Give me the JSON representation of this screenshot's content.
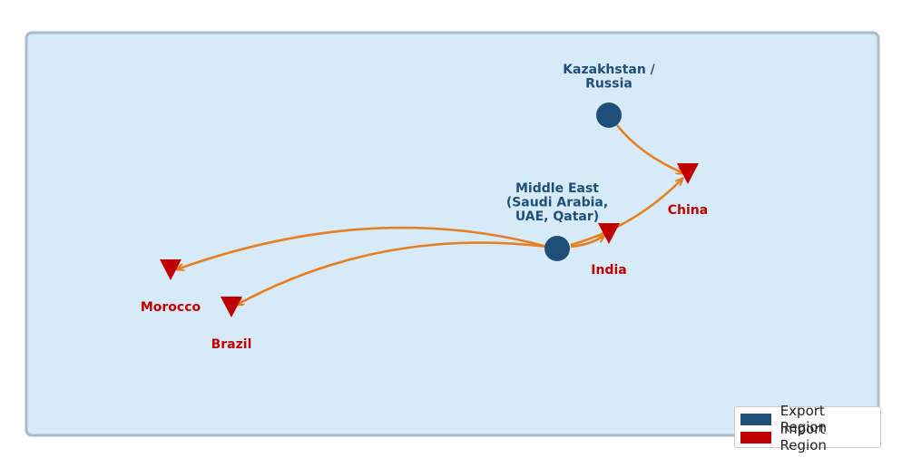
{
  "colors": {
    "export": "#1f4e79",
    "import": "#c00000",
    "flow": "#e67e22",
    "background": "#d6eaf8",
    "border": "#a9bccc"
  },
  "regions": [
    {
      "id": "kazakhstan-russia",
      "kind": "export",
      "lines": [
        "Kazakhstan /",
        "Russia"
      ]
    },
    {
      "id": "middle-east",
      "kind": "export",
      "lines": [
        "Middle East",
        "(Saudi Arabia,",
        "UAE, Qatar)"
      ]
    },
    {
      "id": "china",
      "kind": "import",
      "lines": [
        "China"
      ]
    },
    {
      "id": "india",
      "kind": "import",
      "lines": [
        "India"
      ]
    },
    {
      "id": "morocco",
      "kind": "import",
      "lines": [
        "Morocco"
      ]
    },
    {
      "id": "brazil",
      "kind": "import",
      "lines": [
        "Brazil"
      ]
    }
  ],
  "flows": [
    {
      "from": "kazakhstan-russia",
      "to": "china"
    },
    {
      "from": "middle-east",
      "to": "china"
    },
    {
      "from": "middle-east",
      "to": "india"
    },
    {
      "from": "middle-east",
      "to": "morocco"
    },
    {
      "from": "middle-east",
      "to": "brazil"
    }
  ],
  "legend": {
    "export_label": "Export Region",
    "import_label": "Import Region"
  }
}
